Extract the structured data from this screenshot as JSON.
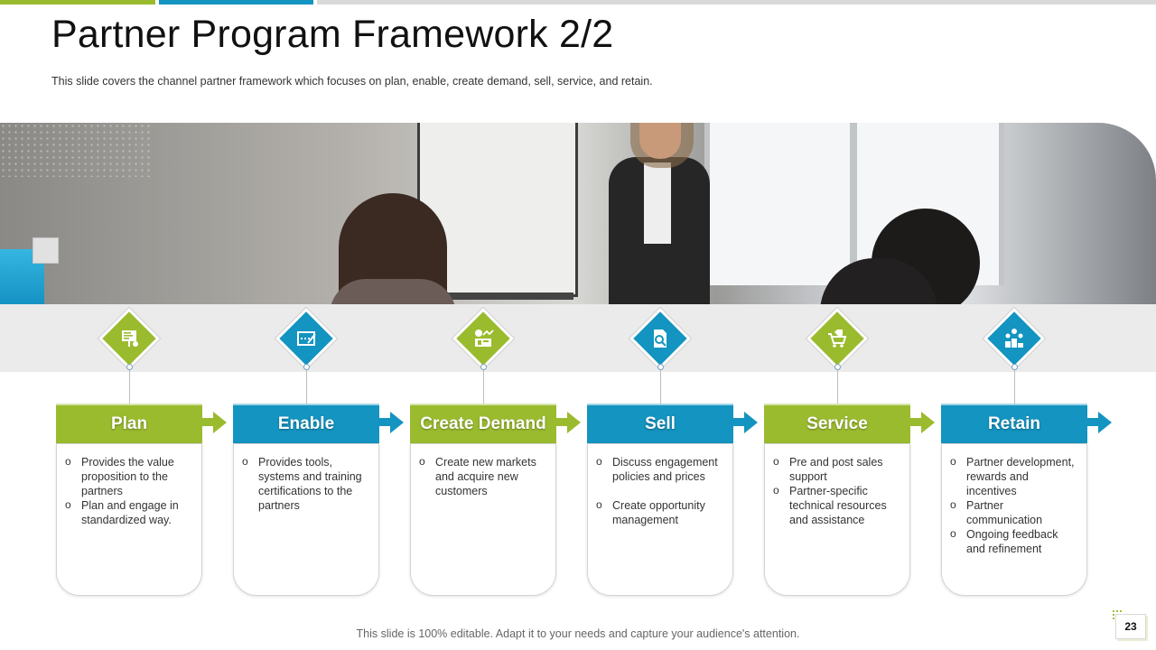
{
  "title": "Partner Program Framework 2/2",
  "subtitle": "This slide covers the channel partner framework  which focuses on plan, enable, create demand, sell, service, and retain.",
  "colors": {
    "green": "#9bbb2f",
    "blue": "#1494c0",
    "band": "#ebebeb",
    "top_green": "#9bbb2f",
    "top_blue": "#1494c0",
    "top_grey": "#d9d9d9"
  },
  "steps": [
    {
      "label": "Plan",
      "color": "#9bbb2f",
      "icon": "strategy-board-icon",
      "bullets": [
        "Provides the value proposition to the partners",
        "Plan and engage in standardized way."
      ]
    },
    {
      "label": "Enable",
      "color": "#1494c0",
      "icon": "checklist-pen-icon",
      "bullets": [
        "Provides tools, systems and training certifications to the partners"
      ]
    },
    {
      "label": "Create Demand",
      "color": "#9bbb2f",
      "icon": "market-growth-icon",
      "bullets": [
        "Create new markets and acquire new customers"
      ]
    },
    {
      "label": "Sell",
      "color": "#1494c0",
      "icon": "document-search-icon",
      "bullets": [
        "Discuss engagement policies and prices",
        "Create opportunity management"
      ]
    },
    {
      "label": "Service",
      "color": "#9bbb2f",
      "icon": "shopping-cart-tag-icon",
      "bullets": [
        "Pre and post sales support",
        "Partner-specific technical resources and assistance"
      ]
    },
    {
      "label": "Retain",
      "color": "#1494c0",
      "icon": "podium-rewards-icon",
      "bullets": [
        "Partner development, rewards and incentives",
        "Partner communication",
        "Ongoing feedback and refinement"
      ]
    }
  ],
  "footer": "This slide is 100% editable. Adapt it to your needs and capture your audience's attention.",
  "page_number": "23"
}
